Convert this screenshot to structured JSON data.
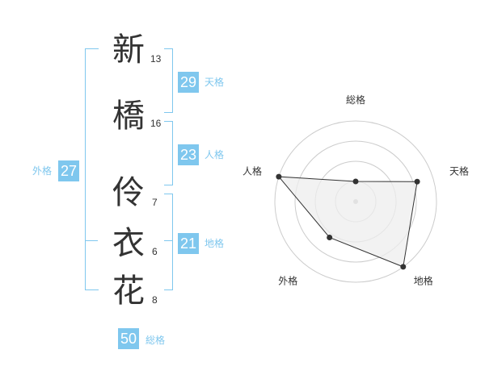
{
  "name_chars": [
    {
      "char": "新",
      "strokes": "13"
    },
    {
      "char": "橋",
      "strokes": "16"
    },
    {
      "char": "伶",
      "strokes": "7"
    },
    {
      "char": "衣",
      "strokes": "6"
    },
    {
      "char": "花",
      "strokes": "8"
    }
  ],
  "scores": {
    "tenkaku": {
      "value": "29",
      "label": "天格"
    },
    "jinkaku": {
      "value": "23",
      "label": "人格"
    },
    "chikaku": {
      "value": "21",
      "label": "地格"
    },
    "gaikaku": {
      "value": "27",
      "label": "外格"
    },
    "soukaku": {
      "value": "50",
      "label": "総格"
    }
  },
  "colors": {
    "accent": "#7fc7ee",
    "text": "#333333",
    "grid": "#cccccc",
    "fill": "#eeeeee"
  },
  "chart_data": {
    "type": "radar",
    "axes": [
      "総格",
      "天格",
      "地格",
      "外格",
      "人格"
    ],
    "values": [
      0.25,
      0.8,
      1.0,
      0.55,
      1.0
    ],
    "rings": 4
  }
}
